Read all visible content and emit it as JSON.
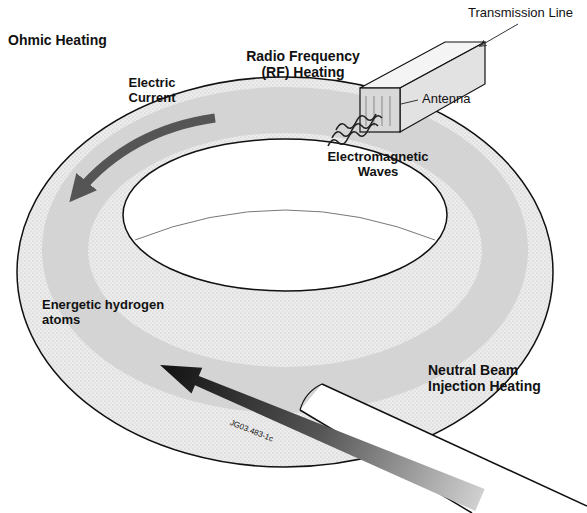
{
  "diagram": {
    "labels": [
      "Transmission Line",
      "Radio Frequency (RF) Heating",
      "Antenna",
      "Ohmic Heating",
      "Electric Current",
      "Electromagnetic Waves",
      "Energetic hydrogen atoms",
      "Neutral Beam Injection Heating",
      "JG03.483-1c"
    ]
  }
}
